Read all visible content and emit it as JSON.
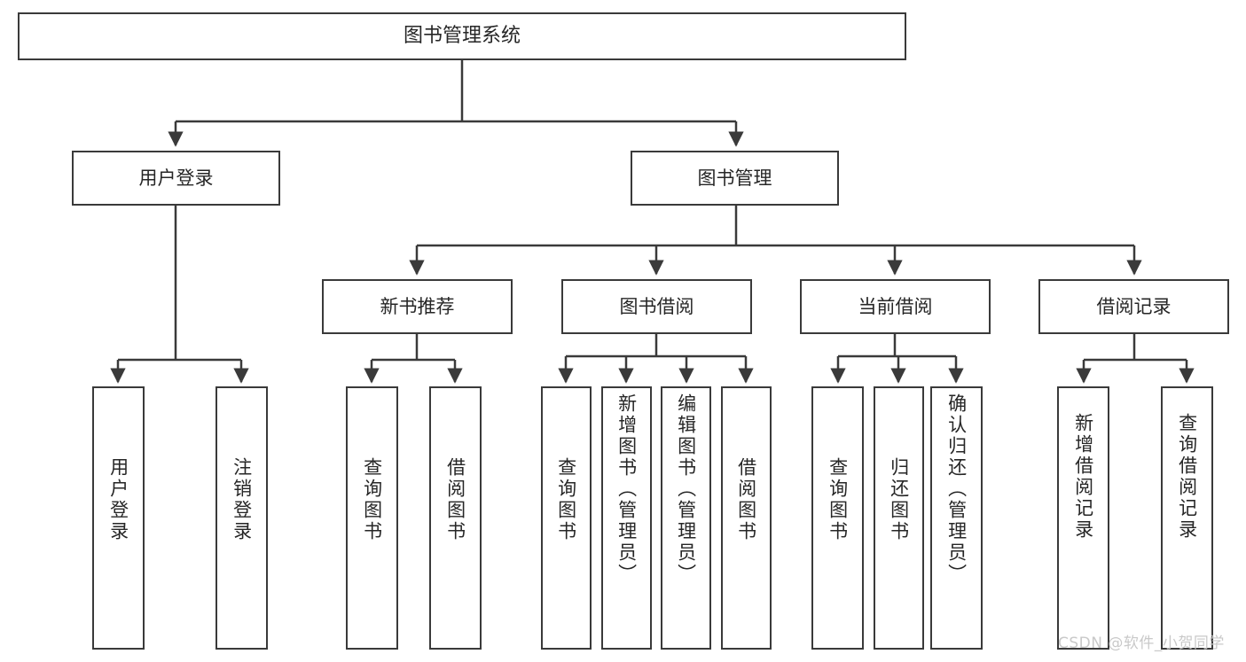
{
  "diagram": {
    "type": "tree-hierarchy",
    "title": "图书管理系统",
    "watermark": "CSDN @软件_小贺同学",
    "nodes": {
      "root": {
        "label": "图书管理系统"
      },
      "level2": [
        {
          "id": "user-login",
          "label": "用户登录"
        },
        {
          "id": "book-manage",
          "label": "图书管理"
        }
      ],
      "level3": [
        {
          "id": "new-book-rec",
          "label": "新书推荐"
        },
        {
          "id": "book-borrow",
          "label": "图书借阅"
        },
        {
          "id": "current-borrow",
          "label": "当前借阅"
        },
        {
          "id": "borrow-record",
          "label": "借阅记录"
        }
      ],
      "leaves": {
        "user_login": [
          {
            "id": "leaf-user-login",
            "label": "用户登录"
          },
          {
            "id": "leaf-logout-login",
            "label": "注销登录"
          }
        ],
        "new_book_rec": [
          {
            "id": "leaf-query-book-1",
            "label": "查询图书"
          },
          {
            "id": "leaf-borrow-book-1",
            "label": "借阅图书"
          }
        ],
        "book_borrow": [
          {
            "id": "leaf-query-book-2",
            "label": "查询图书"
          },
          {
            "id": "leaf-add-book",
            "label": "新增图书（管理员）"
          },
          {
            "id": "leaf-edit-book",
            "label": "编辑图书（管理员）"
          },
          {
            "id": "leaf-borrow-book-2",
            "label": "借阅图书"
          }
        ],
        "current_borrow": [
          {
            "id": "leaf-query-book-3",
            "label": "查询图书"
          },
          {
            "id": "leaf-return-book",
            "label": "归还图书"
          },
          {
            "id": "leaf-confirm-return",
            "label": "确认归还（管理员）"
          }
        ],
        "borrow_record": [
          {
            "id": "leaf-add-record",
            "label": "新增借阅记录"
          },
          {
            "id": "leaf-query-record",
            "label": "查询借阅记录"
          }
        ]
      }
    },
    "colors": {
      "stroke": "#3a3a3a",
      "fill": "#ffffff",
      "text": "#262626",
      "watermark": "#c9c9c9"
    }
  }
}
